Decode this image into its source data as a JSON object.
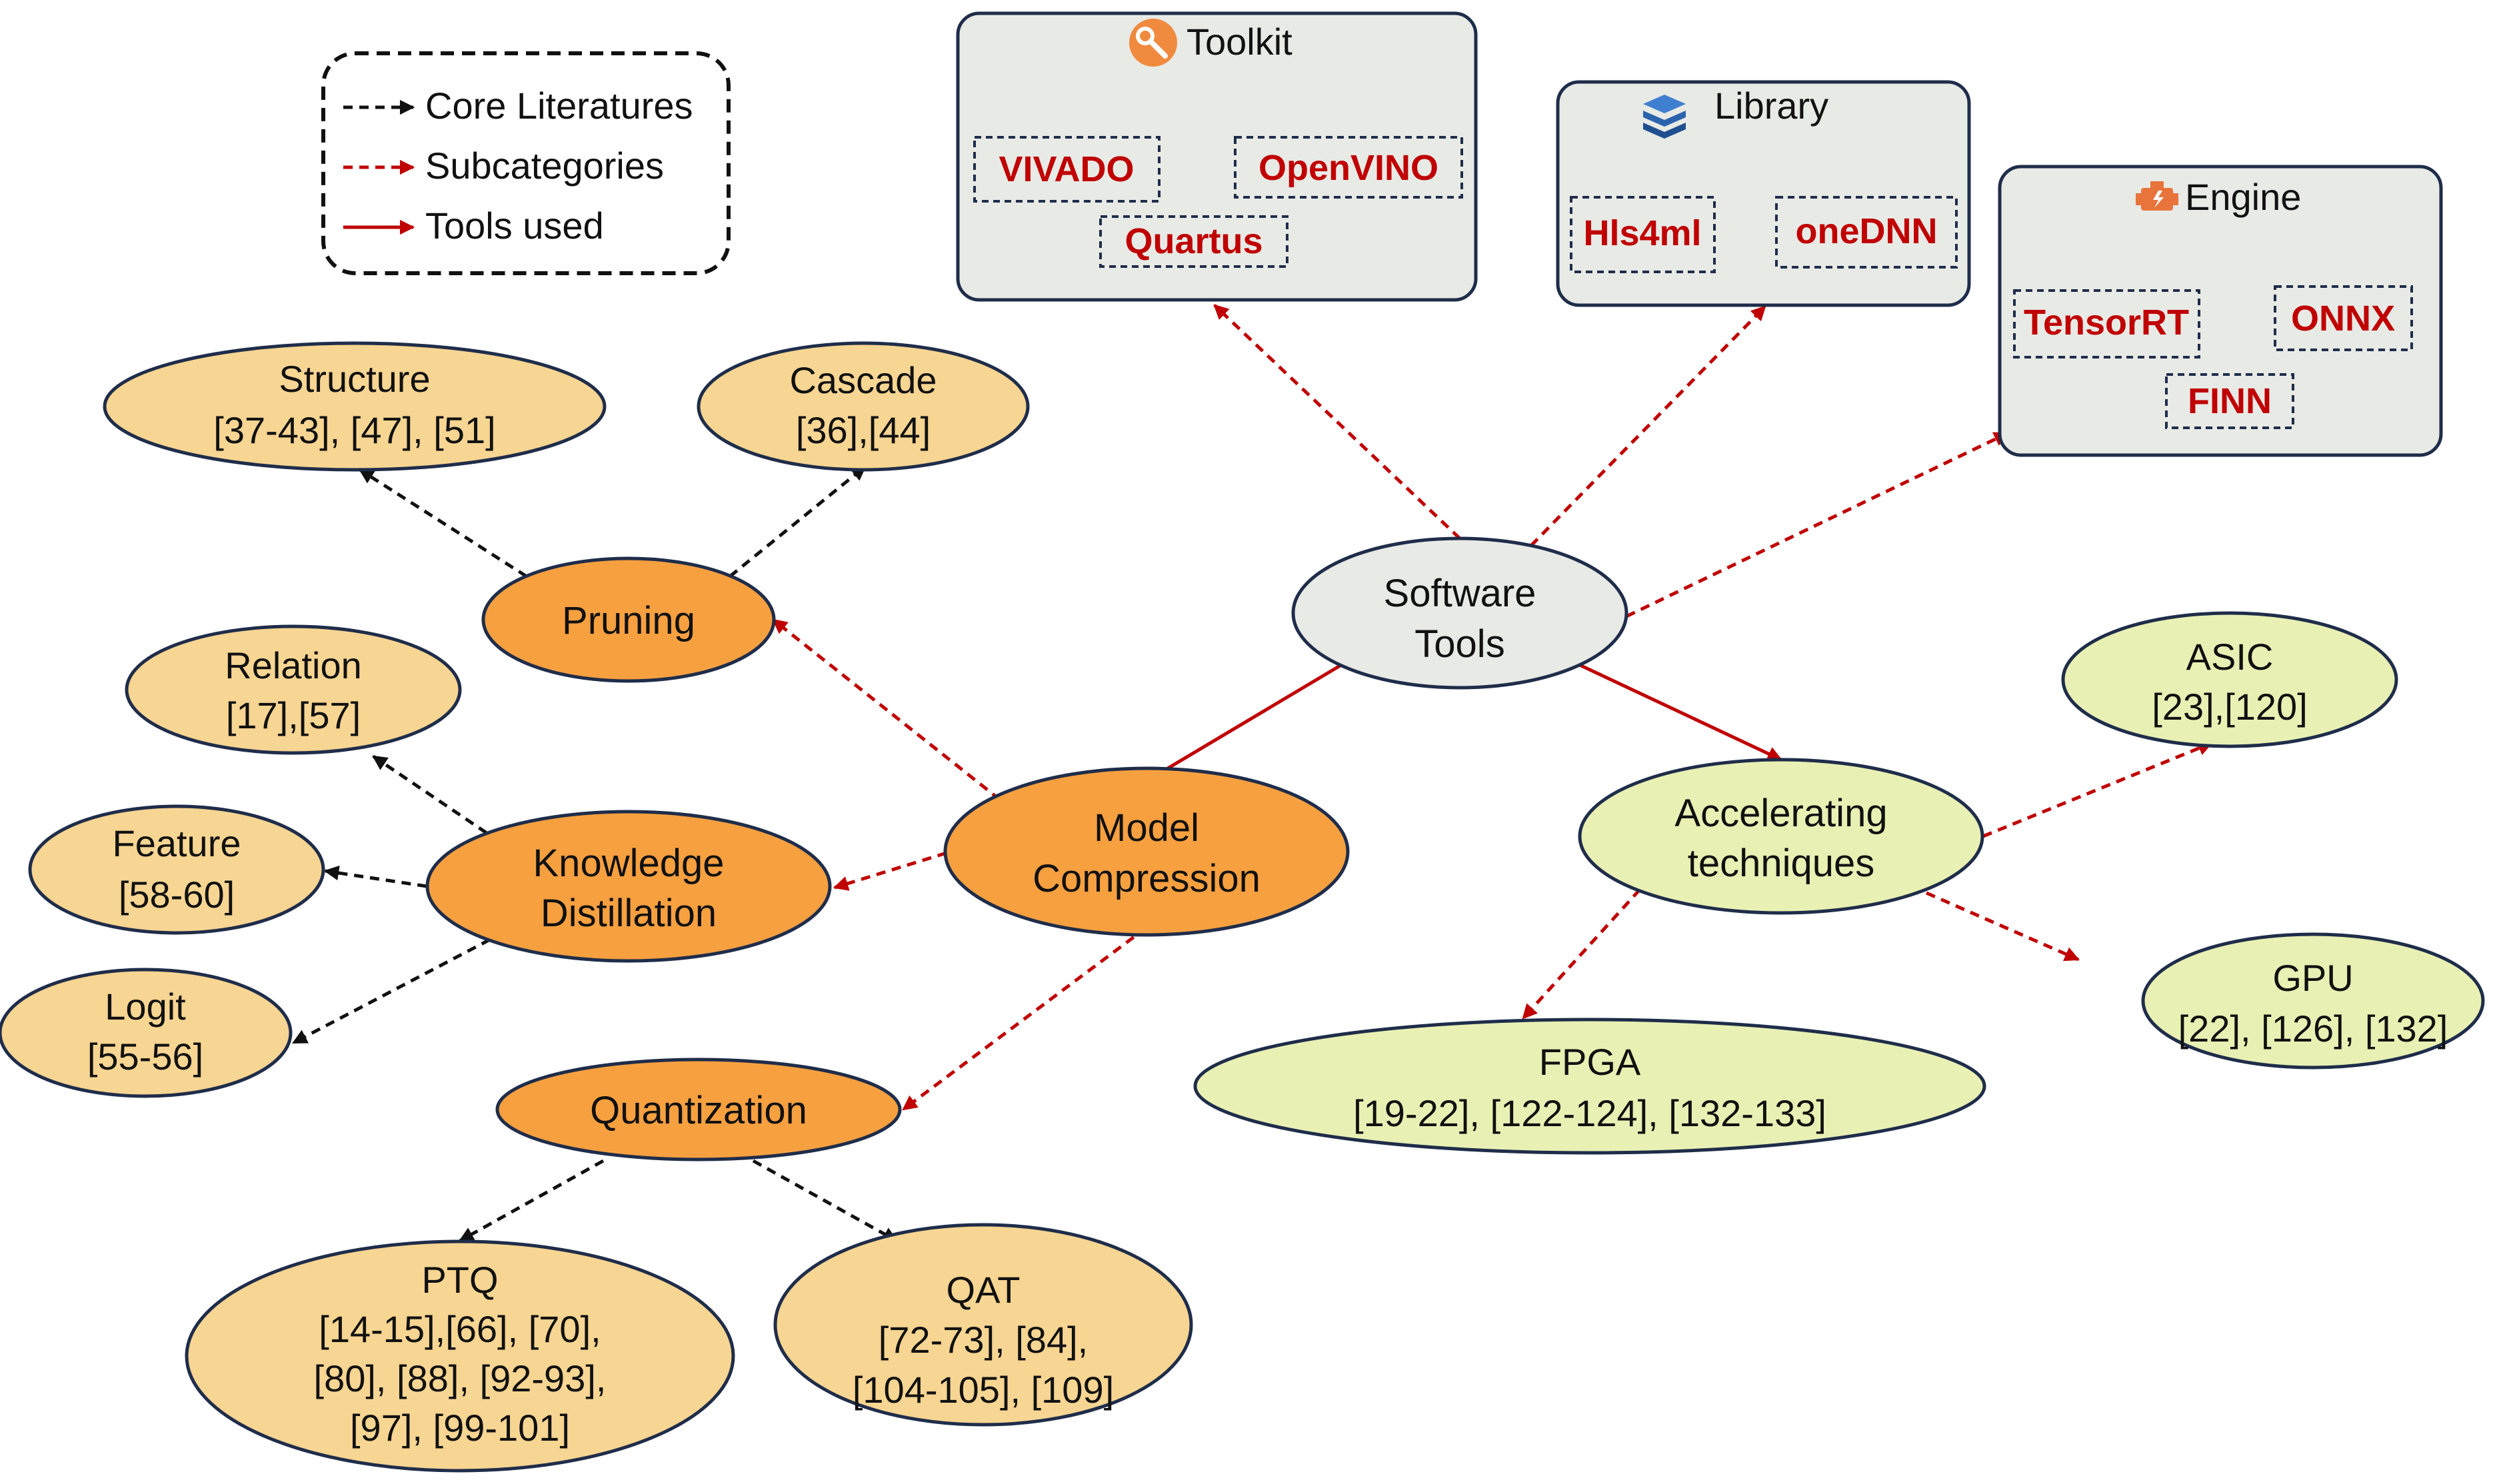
{
  "legend": {
    "core": "Core Literatures",
    "sub": "Subcategories",
    "tools": "Tools used"
  },
  "colors": {
    "black_arrow": "#111111",
    "red_arrow": "#c00000",
    "dark_orange": "#f7a040",
    "light_orange": "#f7d592",
    "light_green": "#e9f0b4",
    "grey_box": "#e8eae6",
    "navy_outline": "#1f2d4a"
  },
  "software": {
    "line1": "Software",
    "line2": "Tools"
  },
  "toolkit": {
    "title": "Toolkit",
    "icon": "wrench-icon",
    "items": [
      "VIVADO",
      "OpenVINO",
      "Quartus"
    ]
  },
  "library": {
    "title": "Library",
    "icon": "stack-icon",
    "items": [
      "Hls4ml",
      "oneDNN"
    ]
  },
  "engine": {
    "title": "Engine",
    "icon": "engine-icon",
    "items": [
      "TensorRT",
      "ONNX",
      "FINN"
    ]
  },
  "compression": {
    "line1": "Model",
    "line2": "Compression"
  },
  "pruning": "Pruning",
  "kd": {
    "line1": "Knowledge",
    "line2": "Distillation"
  },
  "quantization": "Quantization",
  "structure": {
    "title": "Structure",
    "refs": "[37-43], [47], [51]"
  },
  "cascade": {
    "title": "Cascade",
    "refs": "[36],[44]"
  },
  "relation": {
    "title": "Relation",
    "refs": "[17],[57]"
  },
  "feature": {
    "title": "Feature",
    "refs": "[58-60]"
  },
  "logit": {
    "title": "Logit",
    "refs": "[55-56]"
  },
  "ptq": {
    "title": "PTQ",
    "lines": [
      "[14-15],[66], [70],",
      "[80], [88], [92-93],",
      "[97], [99-101]"
    ]
  },
  "qat": {
    "title": "QAT",
    "lines": [
      "[72-73], [84],",
      "[104-105], [109]"
    ]
  },
  "accelerating": {
    "line1": "Accelerating",
    "line2": "techniques"
  },
  "asic": {
    "title": "ASIC",
    "refs": "[23],[120]"
  },
  "gpu": {
    "title": "GPU",
    "refs": "[22], [126], [132]"
  },
  "fpga": {
    "title": "FPGA",
    "refs": "[19-22], [122-124], [132-133]"
  }
}
